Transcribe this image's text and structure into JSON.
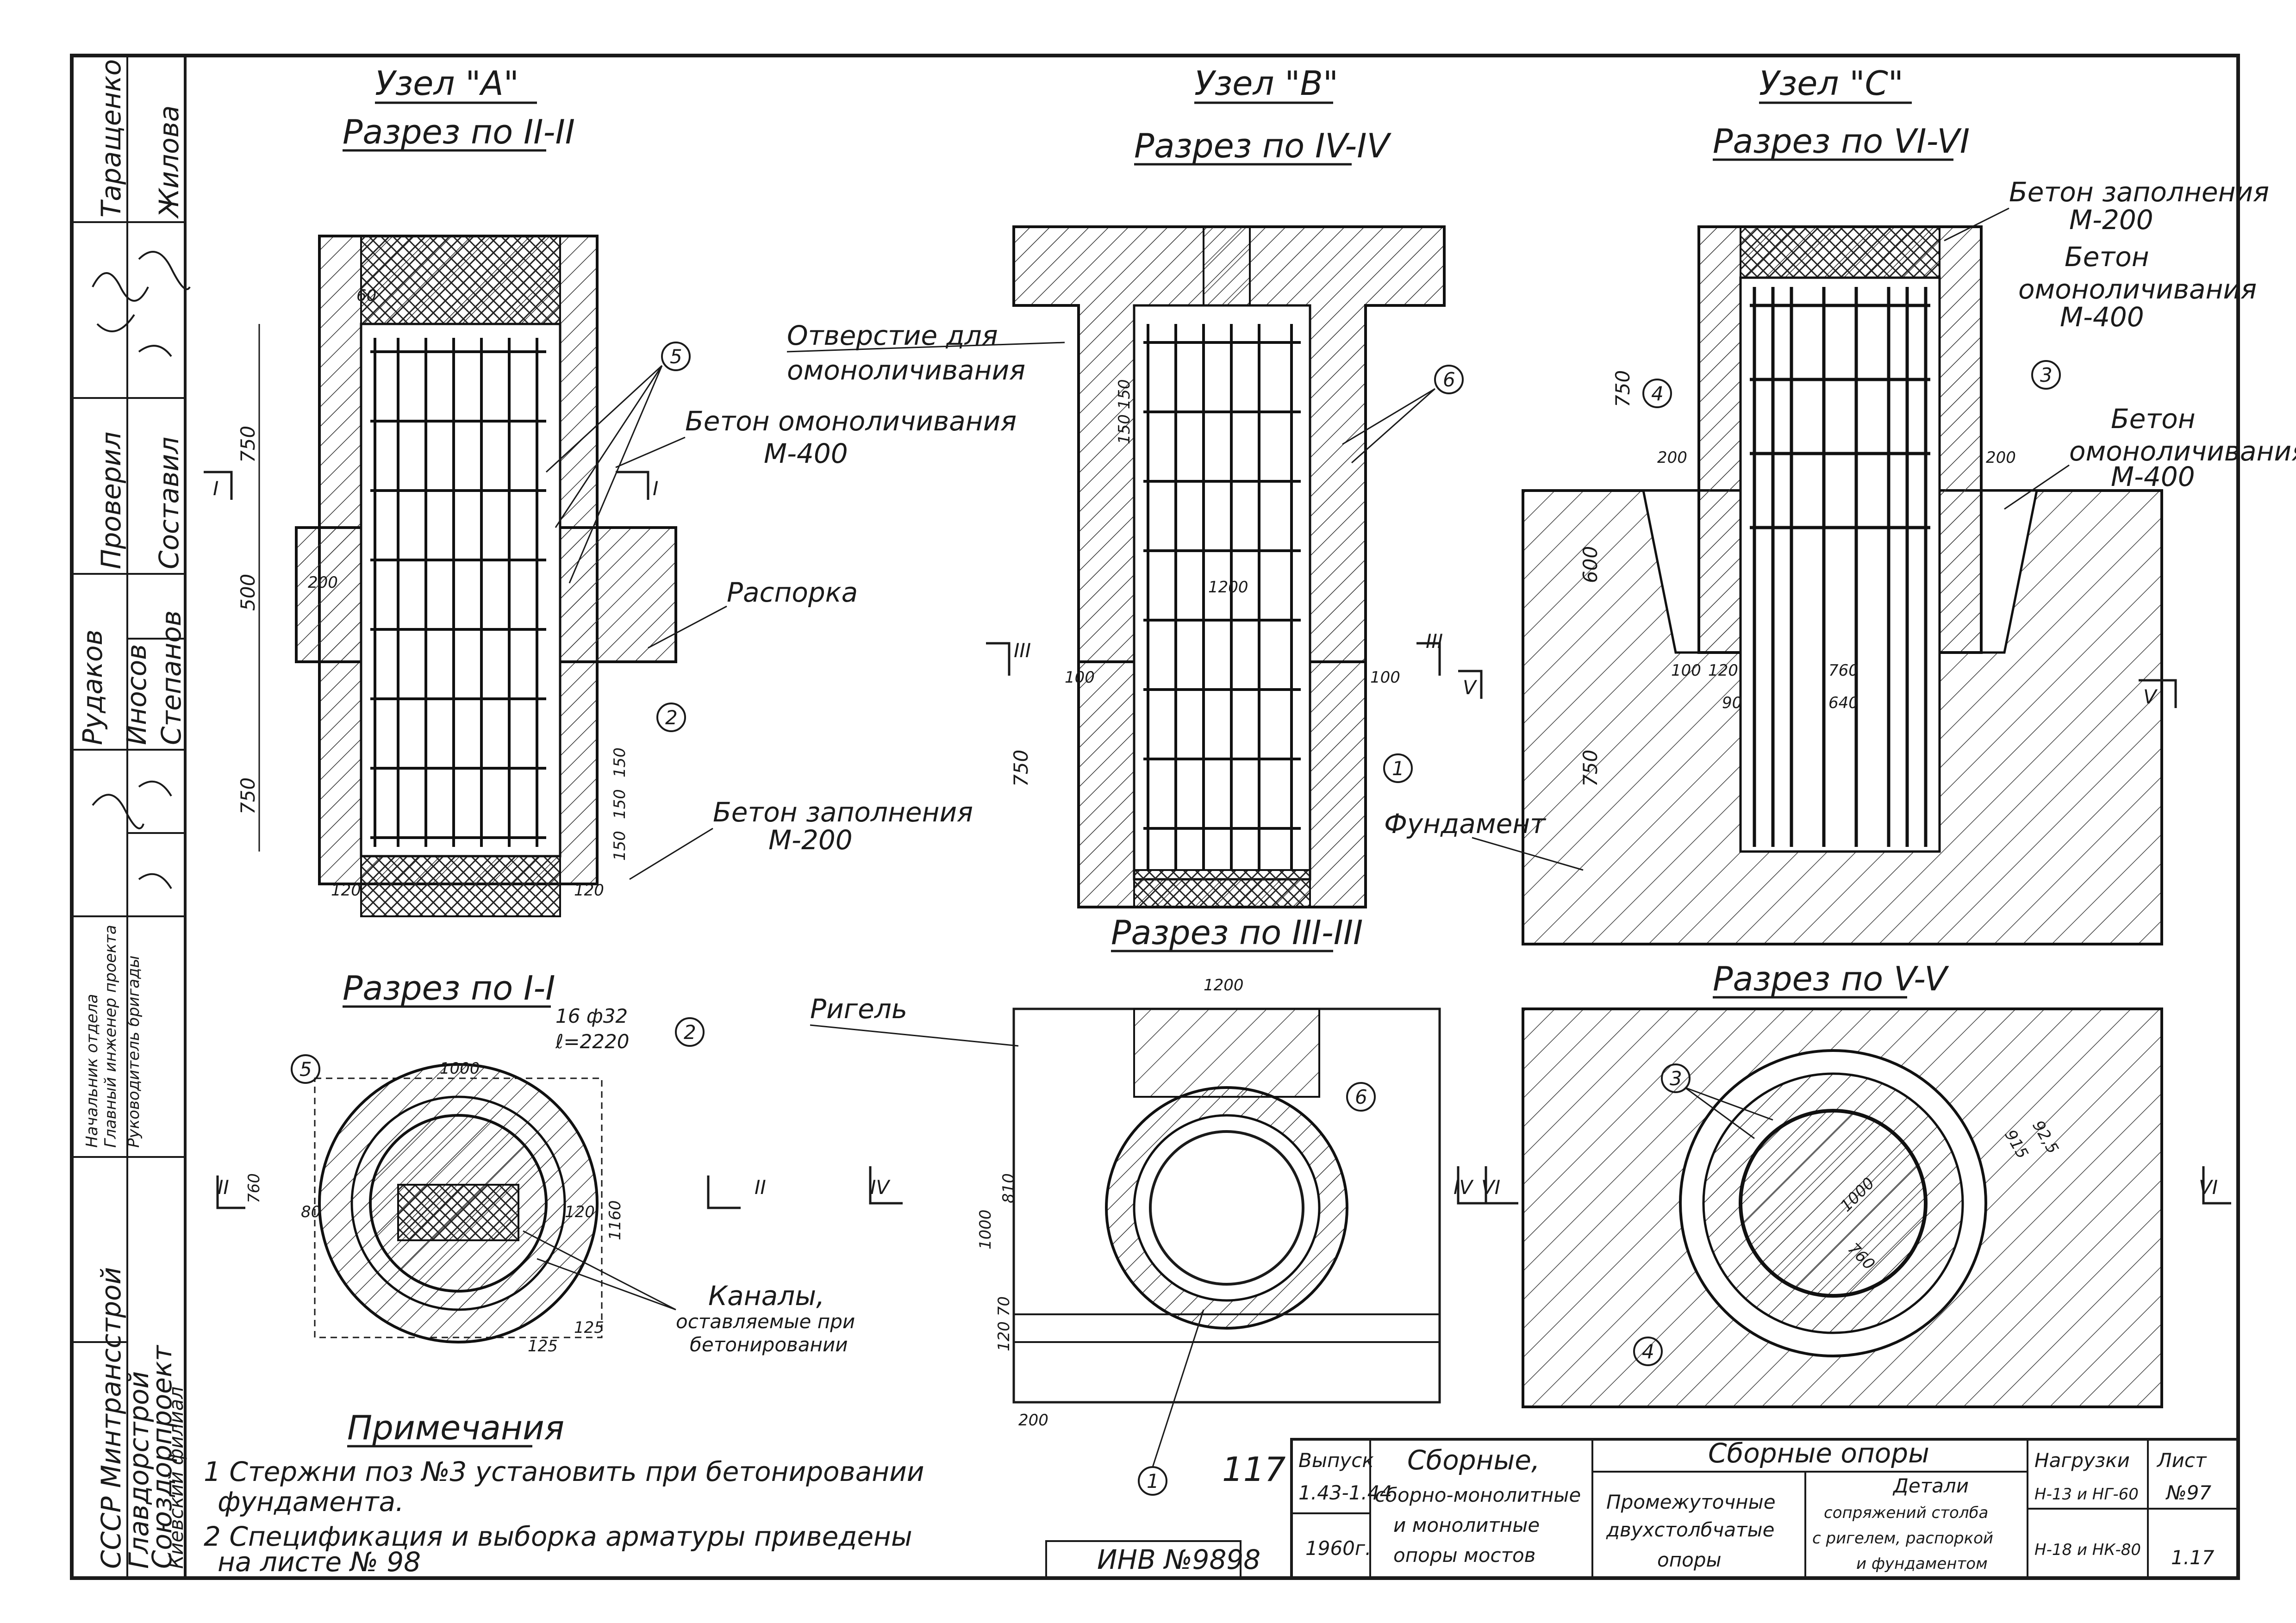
{
  "titles": {
    "node_a": "Узел \"A\"",
    "node_b": "Узел \"B\"",
    "node_c": "Узел \"C\"",
    "sec_ii": "Разрез по II-II",
    "sec_iv": "Разрез по IV-IV",
    "sec_vi": "Разрез по VI-VI",
    "sec_i": "Разрез по I-I",
    "sec_iii": "Разрез по III-III",
    "sec_v": "Разрез по V-V"
  },
  "labels": {
    "hole_1": "Отверстие для",
    "hole_2": "омоноличивания",
    "concrete_mono": "Бетон омоноличивания",
    "m400": "М-400",
    "strut": "Распорка",
    "fill_concrete": "Бетон заполнения",
    "m200": "М-200",
    "c_fill": "Бетон заполнения",
    "c_mono": "Бетон",
    "c_mono2": "омоноличивания",
    "c_mono3": "Бетон",
    "c_mono4": "омоноличивания",
    "foundation": "Фундамент",
    "girder": "Ригель",
    "rebar1": "16 ф32",
    "rebar2": "ℓ=2220",
    "channels1": "Каналы,",
    "channels2": "оставляемые при",
    "channels3": "бетонировании"
  },
  "callouts": {
    "c5": "5",
    "c2": "2",
    "c6": "6",
    "c1": "1",
    "c4": "4",
    "c3": "3"
  },
  "dims": {
    "a750t": "750",
    "a500": "500",
    "a750b": "750",
    "a200": "200",
    "a120l": "120",
    "a120r": "120",
    "a150a": "150",
    "a150b": "150",
    "a150c": "150",
    "a60": "60",
    "b150": "150 150",
    "b100l": "100",
    "b100r": "100",
    "b750": "750",
    "b1200": "1200",
    "c750": "750",
    "c200l": "200",
    "c200r": "200",
    "c600": "600",
    "c750b": "750",
    "c100": "100",
    "c120": "120",
    "c90": "90",
    "c640": "640",
    "c760": "760",
    "d1000": "1000",
    "d1160": "1160",
    "d760": "760",
    "d120": "120",
    "d80": "80",
    "d125a": "125",
    "d125b": "125",
    "e1200": "1200",
    "e1000": "1000",
    "e810": "810",
    "e120": "120 70",
    "e200": "200",
    "f1000": "1000",
    "f760": "760",
    "f915": "915",
    "f925": "92,5"
  },
  "section_marks": {
    "I": "I",
    "II": "II",
    "III": "III",
    "IV": "IV",
    "V": "V",
    "VI": "VI"
  },
  "notes": {
    "title": "Примечания",
    "n1a": "1 Стержни поз №3 установить при бетонировании",
    "n1b": "фундамента.",
    "n2a": "2 Спецификация и выборка арматуры приведены",
    "n2b": "на листе № 98"
  },
  "left_strip": {
    "org1": "СССР Минтрансстрой",
    "org2": "Главдорстрой",
    "org3": "Союздорпроект",
    "org4": "Киевский филиал",
    "role_head": "Начальник отдела",
    "role_chief": "Главный инженер проекта",
    "role_lead": "Руководитель бригады",
    "role_check": "Проверил",
    "role_made": "Составил",
    "name1": "Рудаков",
    "name2": "Иносов",
    "name3": "Степанов",
    "name_top1": "Таращенко",
    "name_top2": "Жилова"
  },
  "title_block": {
    "issue_label": "Выпуск",
    "issue_value": "1.43-1.44",
    "year": "1960г.",
    "series1": "Сборные,",
    "series2": "сборно-монолитные",
    "series3": "и монолитные",
    "series4": "опоры мостов",
    "group": "Сборные опоры",
    "type1": "Промежуточные",
    "type2": "двухстолбчатые",
    "type3": "опоры",
    "det1": "Детали",
    "det2": "сопряжений столба",
    "det3": "с ригелем, распоркой",
    "det4": "и фундаментом",
    "loads_label": "Нагрузки",
    "load1": "Н-13 и НГ-60",
    "load2": "Н-18 и НК-80",
    "sheet_label": "Лист",
    "sheet_no": "№97",
    "sheet_code": "1.17",
    "inv": "ИНВ №9898",
    "corner": "117"
  }
}
